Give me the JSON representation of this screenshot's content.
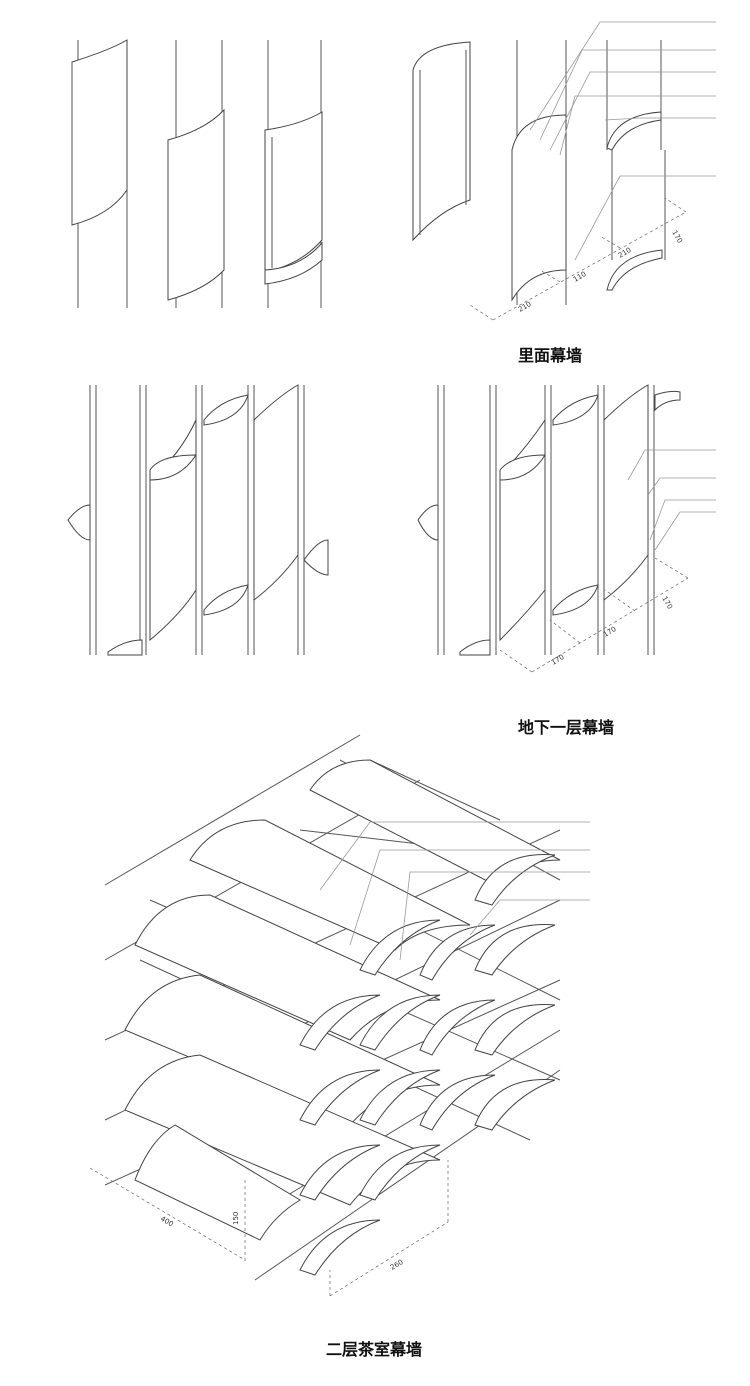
{
  "captions": {
    "facade": "里面幕墙",
    "basement": "地下一层幕墙",
    "teahouse": "二层茶室幕墙"
  },
  "dimensions": {
    "facade": [
      "210",
      "110",
      "210",
      "170"
    ],
    "basement": [
      "170",
      "170",
      "170"
    ],
    "teahouse": [
      "400",
      "150",
      "260"
    ]
  }
}
